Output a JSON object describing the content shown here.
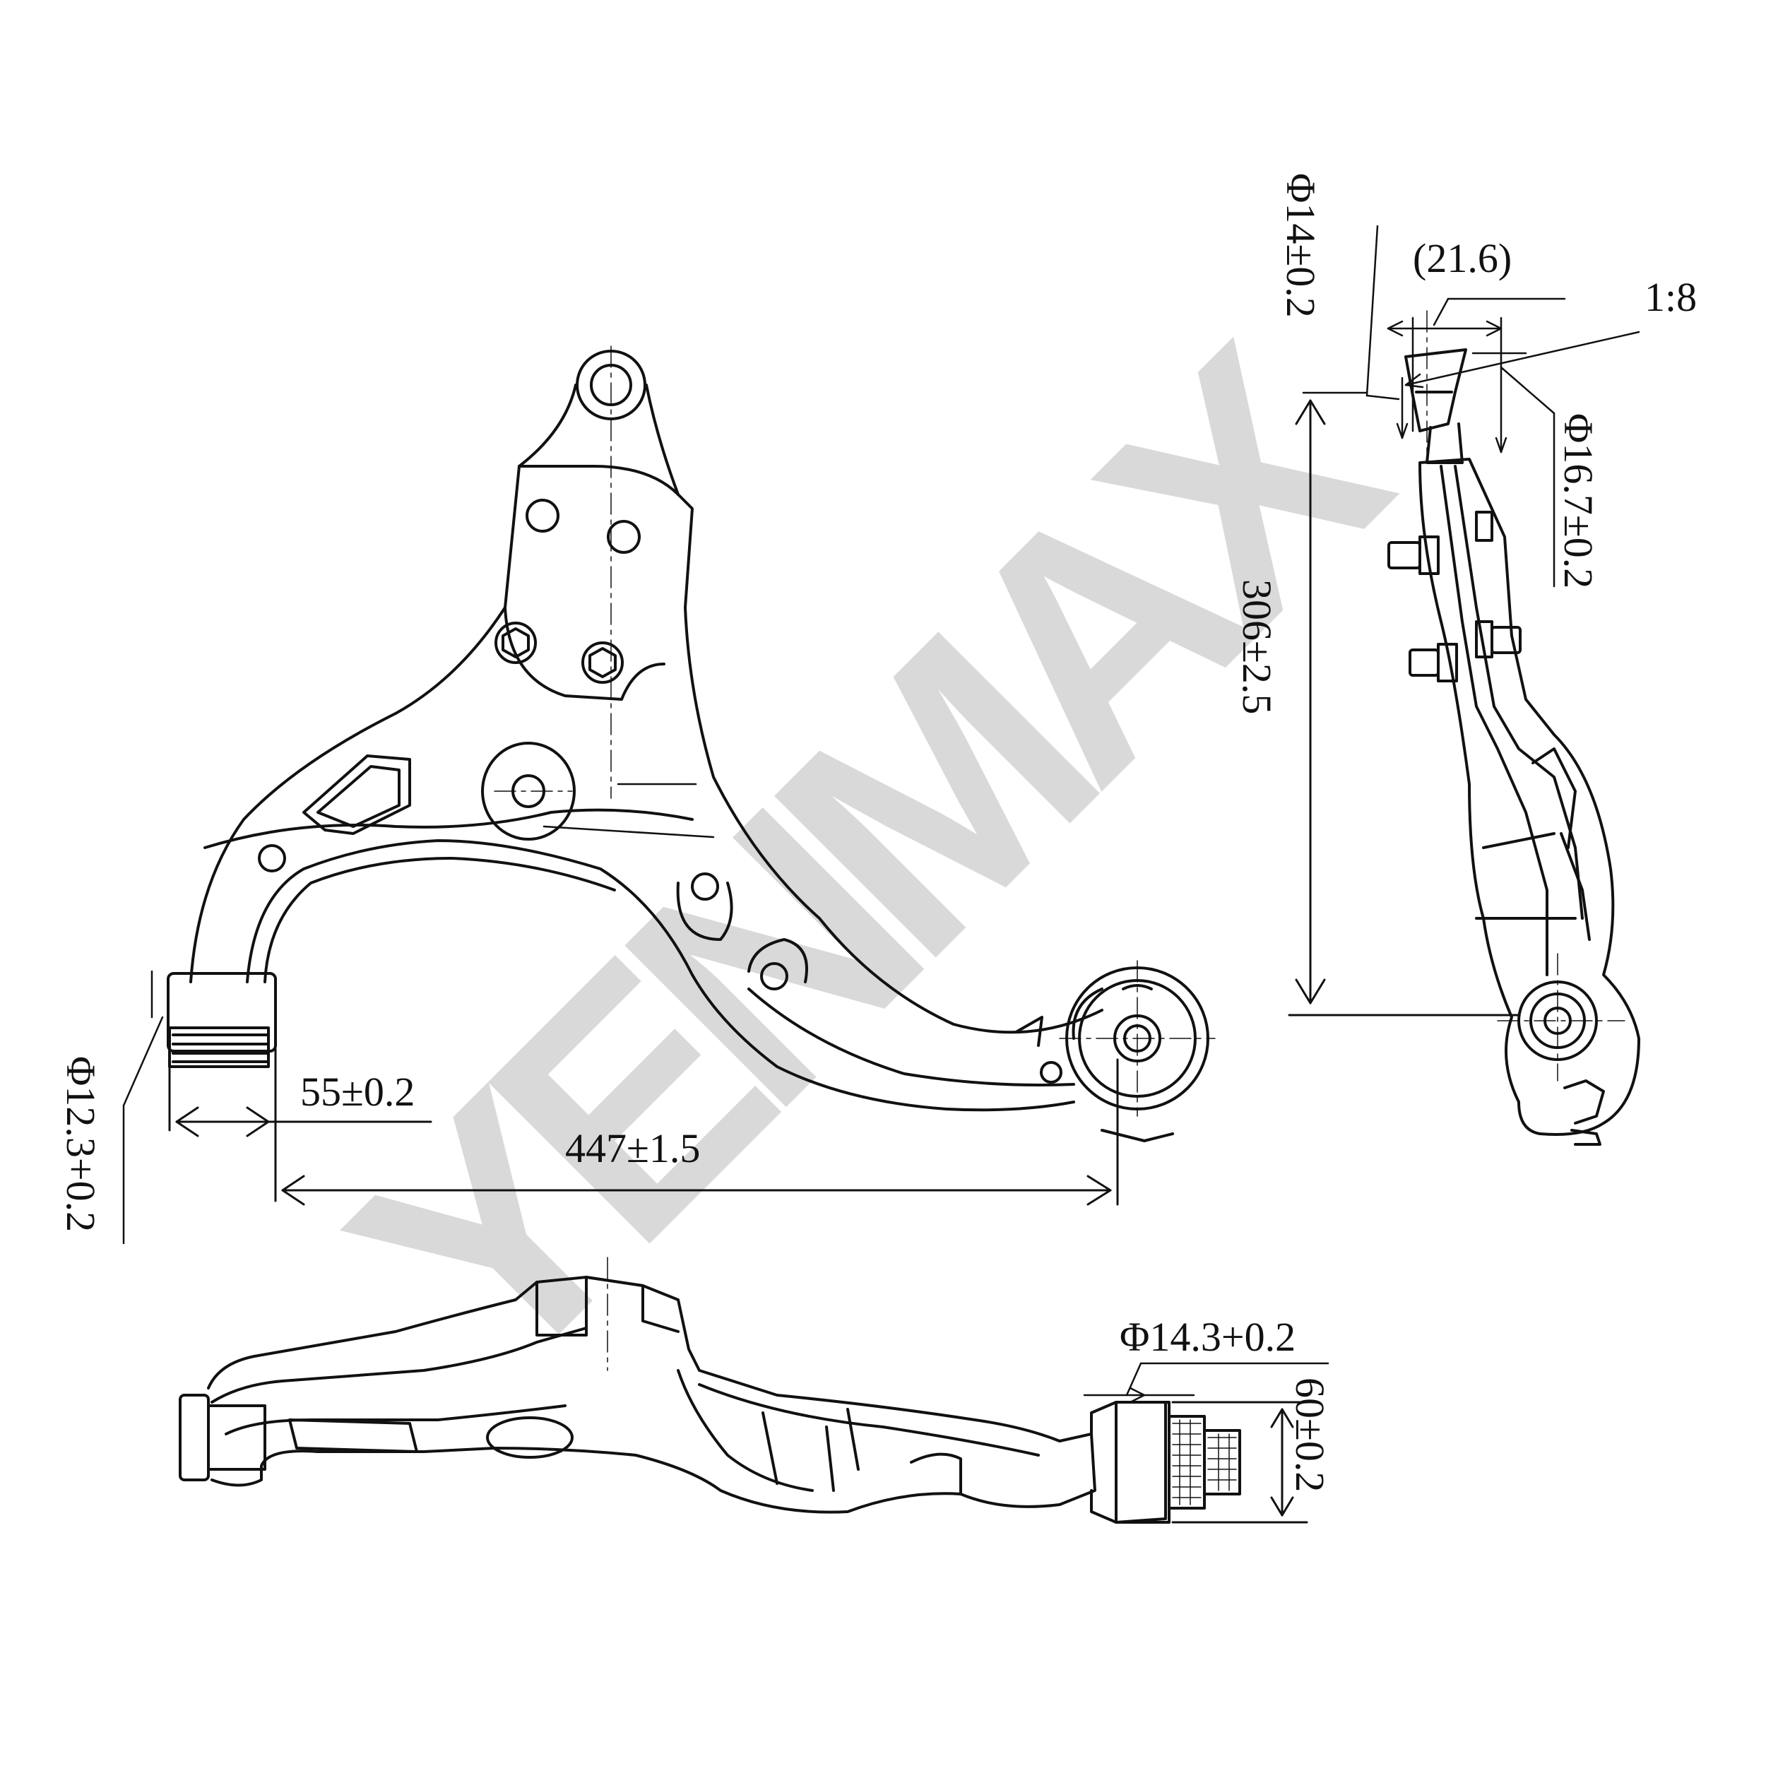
{
  "watermark": {
    "text": "YENMAX",
    "color": "#d9d9d9"
  },
  "dimensions": {
    "bush_small_dia": "Φ12.3+0.2",
    "offset_55": "55±0.2",
    "length_447": "447±1.5",
    "ball_pin_dia_14": "Φ14±0.2",
    "ref_21_6": "(21.6)",
    "taper": "1:8",
    "ball_pin_dia_16_7": "Φ16.7±0.2",
    "height_306": "306±2.5",
    "bush_large_dia": "Φ14.3+0.2",
    "width_60": "60±0.2"
  },
  "colors": {
    "line": "#111111",
    "background": "#ffffff"
  }
}
